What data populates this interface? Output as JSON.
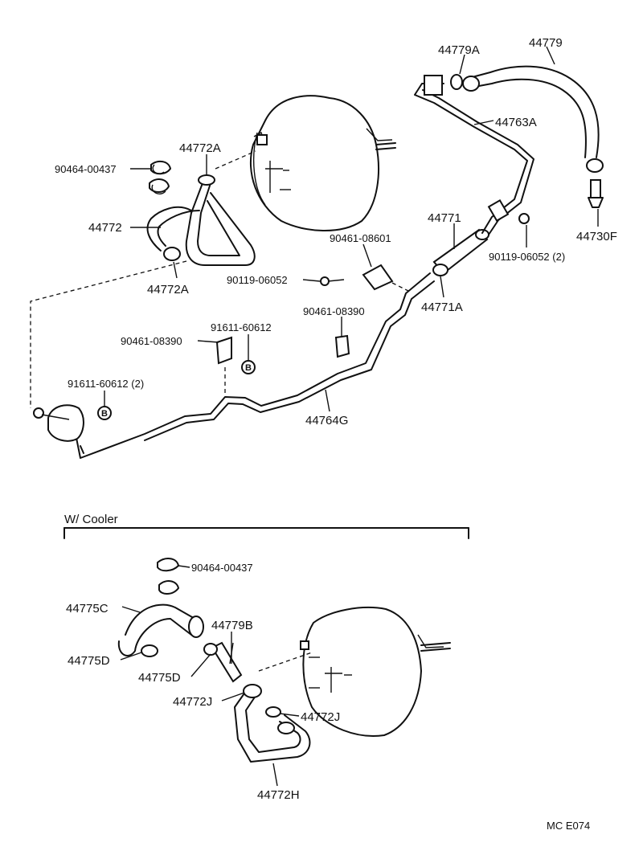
{
  "labels": {
    "p44779": "44779",
    "p44779A": "44779A",
    "p44763A": "44763A",
    "p44730F": "44730F",
    "p44771": "44771",
    "p90119_top": "90119-06052 (2)",
    "p44771A": "44771A",
    "p44772A_top": "44772A",
    "p90464_top": "90464-00437",
    "p44772": "44772",
    "p44772A_bot": "44772A",
    "p90461_08601": "90461-08601",
    "p90119_mid": "90119-06052",
    "p90461_08390_r": "90461-08390",
    "p91611_60612": "91611-60612",
    "p90461_08390_l": "90461-08390",
    "p91611_60612_2": "91611-60612 (2)",
    "p44764G": "44764G",
    "marker_b": "B",
    "cooler_title": "W/ Cooler",
    "p90464_bot": "90464-00437",
    "p44775C": "44775C",
    "p44779B": "44779B",
    "p44775D_l": "44775D",
    "p44775D_r": "44775D",
    "p44772J_l": "44772J",
    "p44772J_r": "44772J",
    "p44772H": "44772H",
    "code": "MC  E074"
  }
}
